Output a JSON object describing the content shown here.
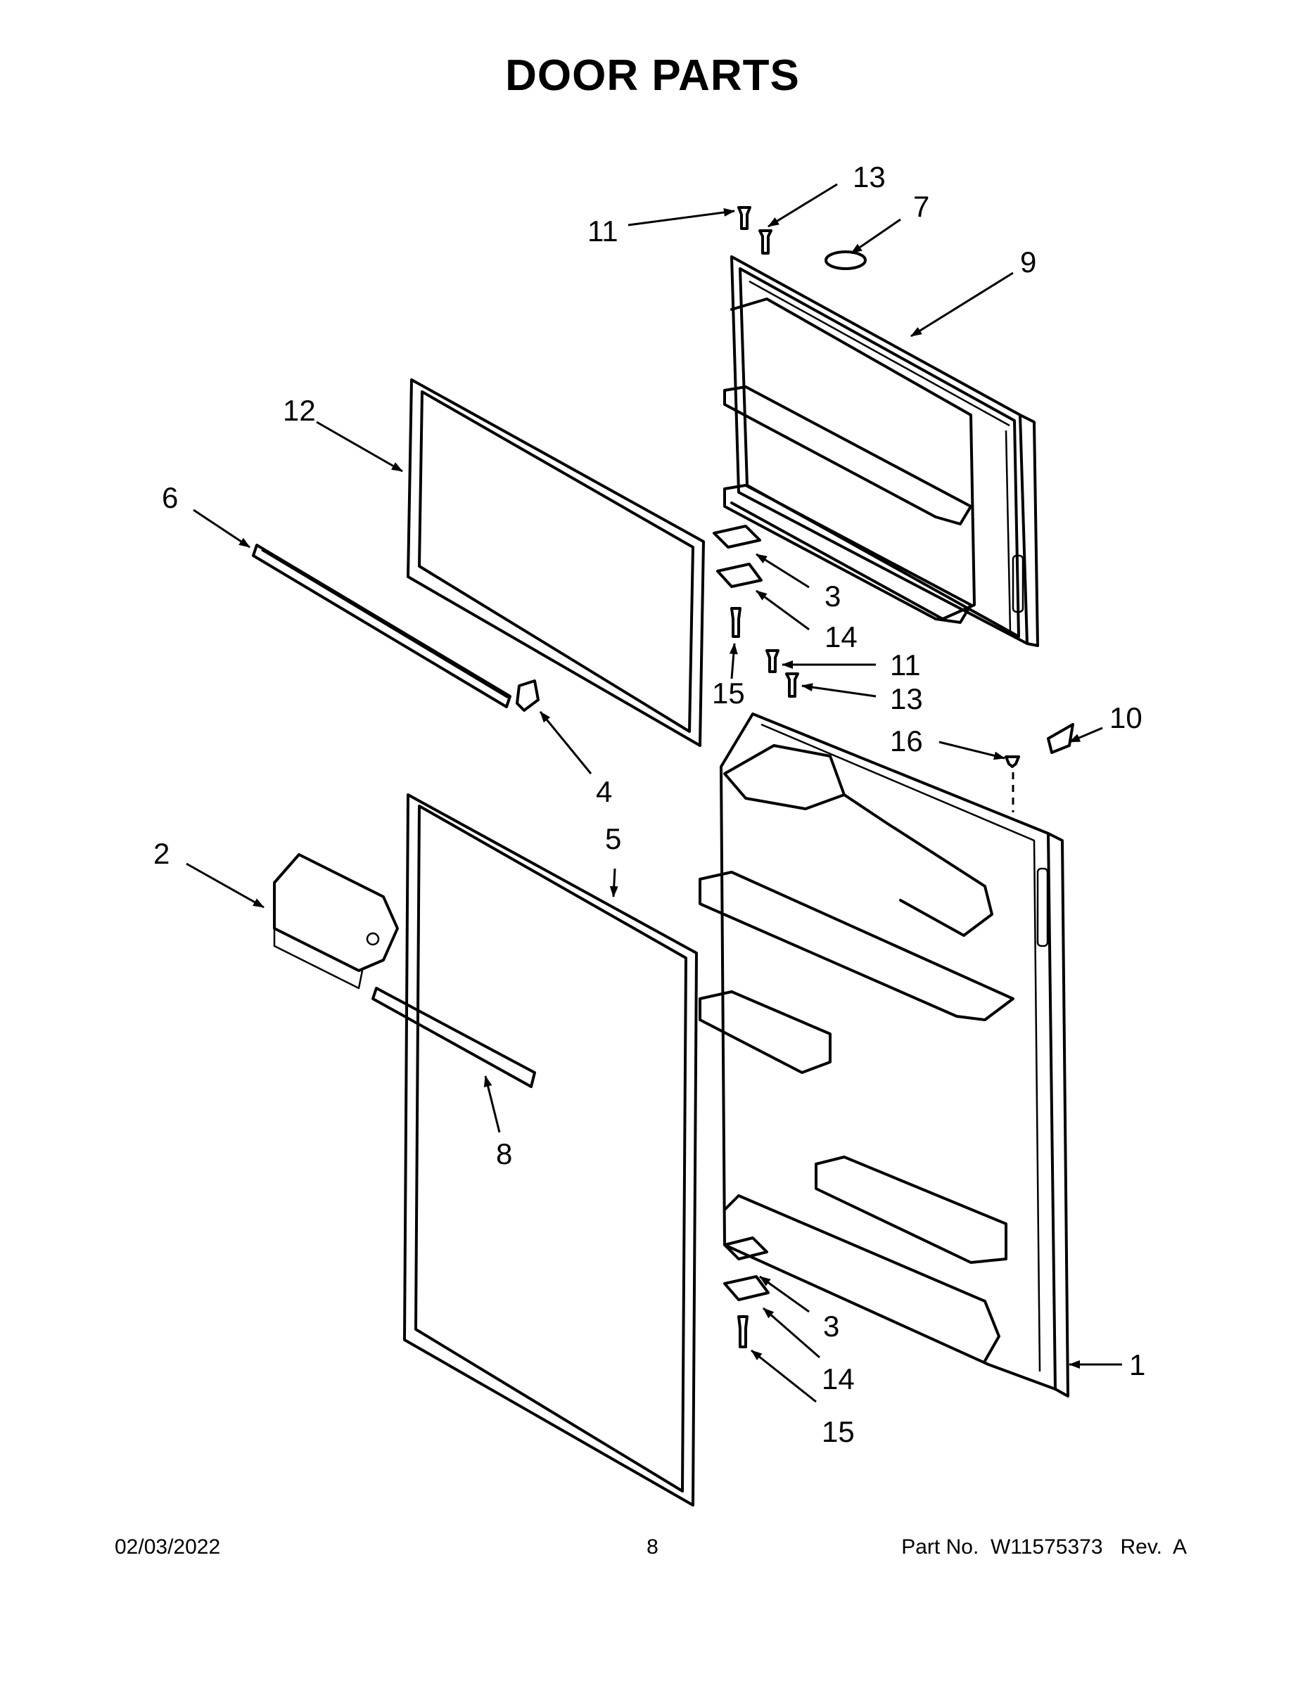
{
  "title": "DOOR PARTS",
  "callouts": [
    "13",
    "11",
    "7",
    "9",
    "12",
    "6",
    "3",
    "14",
    "15",
    "11",
    "13",
    "10",
    "16",
    "4",
    "5",
    "2",
    "8",
    "3",
    "1",
    "14",
    "15"
  ],
  "footer": {
    "date": "02/03/2022",
    "page": "8",
    "part_number": "Part No.  W11575373   Rev.  A"
  }
}
